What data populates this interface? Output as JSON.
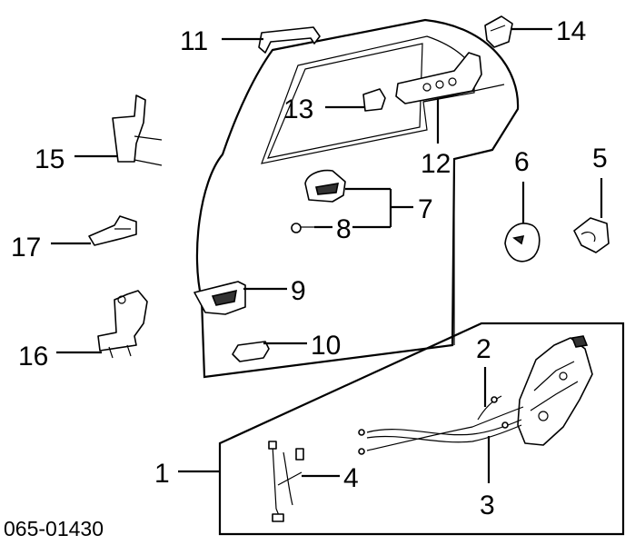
{
  "diagram_id": "065-01430",
  "callouts": {
    "c1": "1",
    "c2": "2",
    "c3": "3",
    "c4": "4",
    "c5": "5",
    "c6": "6",
    "c7": "7",
    "c8": "8",
    "c9": "9",
    "c10": "10",
    "c11": "11",
    "c12": "12",
    "c13": "13",
    "c14": "14",
    "c15": "15",
    "c16": "16",
    "c17": "17"
  }
}
